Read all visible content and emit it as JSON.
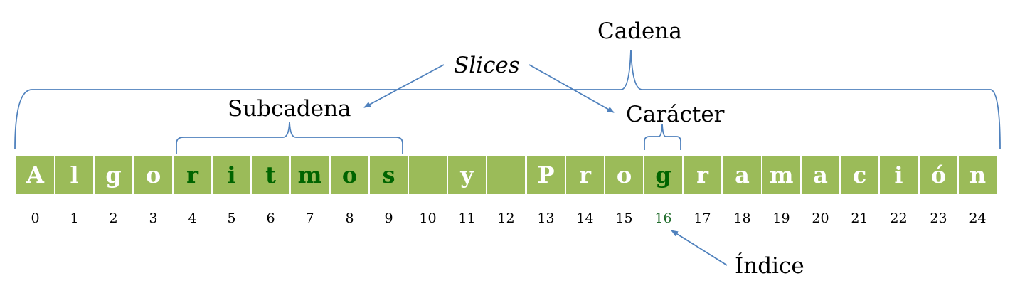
{
  "labels": {
    "cadena": "Cadena",
    "slices": "Slices",
    "subcadena": "Subcadena",
    "caracter": "Carácter",
    "indice": "Índice"
  },
  "characters": [
    "A",
    "l",
    "g",
    "o",
    "r",
    "i",
    "t",
    "m",
    "o",
    "s",
    " ",
    "y",
    " ",
    "P",
    "r",
    "o",
    "g",
    "r",
    "a",
    "m",
    "a",
    "c",
    "i",
    "ó",
    "n"
  ],
  "indices": [
    "0",
    "1",
    "2",
    "3",
    "4",
    "5",
    "6",
    "7",
    "8",
    "9",
    "10",
    "11",
    "12",
    "13",
    "14",
    "15",
    "16",
    "17",
    "18",
    "19",
    "20",
    "21",
    "22",
    "23",
    "24"
  ],
  "highlighted_cells": [
    4,
    5,
    6,
    7,
    8,
    9,
    16
  ],
  "highlighted_index": 16,
  "colors": {
    "cell_fill": "#9bbb59",
    "highlight_text": "#006400",
    "annotation_line": "#4f81bd"
  }
}
